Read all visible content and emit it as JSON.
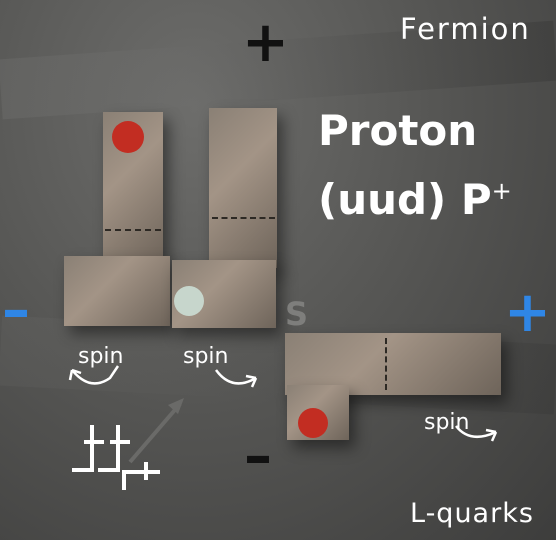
{
  "labels": {
    "fermion": "Fermion",
    "proton_line1": "Proton",
    "proton_line2": "(uud) P",
    "proton_superscript": "+",
    "s_letter": "S",
    "spin_left": "spin",
    "spin_middle": "spin",
    "spin_right": "spin",
    "lquarks": "L-quarks",
    "plus_top": "+",
    "plus_right": "+",
    "minus_left": "–",
    "minus_bottom": "–"
  },
  "colors": {
    "red_marker": "#c22d22",
    "light_marker": "#c7d6cc",
    "blue_sign": "#2f86e6",
    "black_sign": "#111111"
  }
}
